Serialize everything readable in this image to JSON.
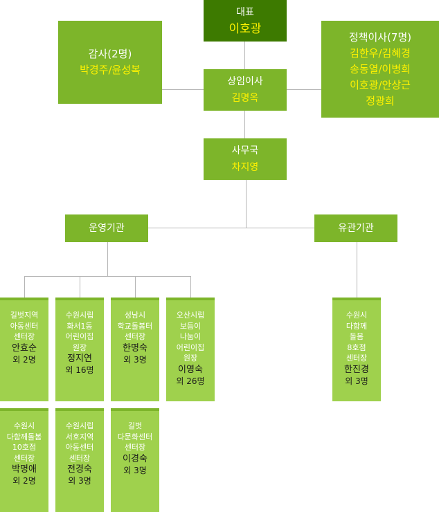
{
  "top": {
    "representative": {
      "title": "대표",
      "name": "이호광"
    },
    "auditors": {
      "title": "감사(2명)",
      "names": "박경주/윤성복"
    },
    "standing": {
      "title": "상임이사",
      "name": "김명옥"
    },
    "policy": {
      "title": "정책이사(7명)",
      "names": [
        "김한우/김혜경",
        "송동열/이병희",
        "이호광/안상근",
        "정광희"
      ]
    },
    "secretariat": {
      "title": "사무국",
      "name": "차지영"
    }
  },
  "branches": {
    "operating": "운영기관",
    "related": "유관기관"
  },
  "operating_units": [
    {
      "lines": [
        "길벗지역",
        "아동센터",
        "센터장"
      ],
      "name": "안효순",
      "count": "외 2명"
    },
    {
      "lines": [
        "수원시립",
        "화서1동",
        "어린이집",
        "원장"
      ],
      "name": "정지연",
      "count": "외 16명"
    },
    {
      "lines": [
        "성남시",
        "학교돌봄터",
        "센터장"
      ],
      "name": "한명숙",
      "count": "외 3명"
    },
    {
      "lines": [
        "오산시립",
        "보듬이",
        "나눔이",
        "어린이집",
        "원장"
      ],
      "name": "이영숙",
      "count": "외 26명"
    },
    {
      "lines": [
        "수원시",
        "다함께돌봄",
        "10호점",
        "센터장"
      ],
      "name": "박명애",
      "count": "외 2명"
    },
    {
      "lines": [
        "수원시립",
        "서호지역",
        "아동센터",
        "센터장"
      ],
      "name": "전경숙",
      "count": "외 3명"
    },
    {
      "lines": [
        "길벗",
        "다문화센터",
        "센터장"
      ],
      "name": "이경숙",
      "count": "외 3명"
    }
  ],
  "related_units": [
    {
      "lines": [
        "수원시",
        "다함께",
        "돌봄",
        "8호점",
        "센터장"
      ],
      "name": "한진경",
      "count": "외 3명"
    }
  ],
  "colors": {
    "dark": "#3d7a00",
    "mid": "#7db52a",
    "light": "#9fd14d",
    "line": "#b5b5b5",
    "highlight": "#fff200"
  }
}
